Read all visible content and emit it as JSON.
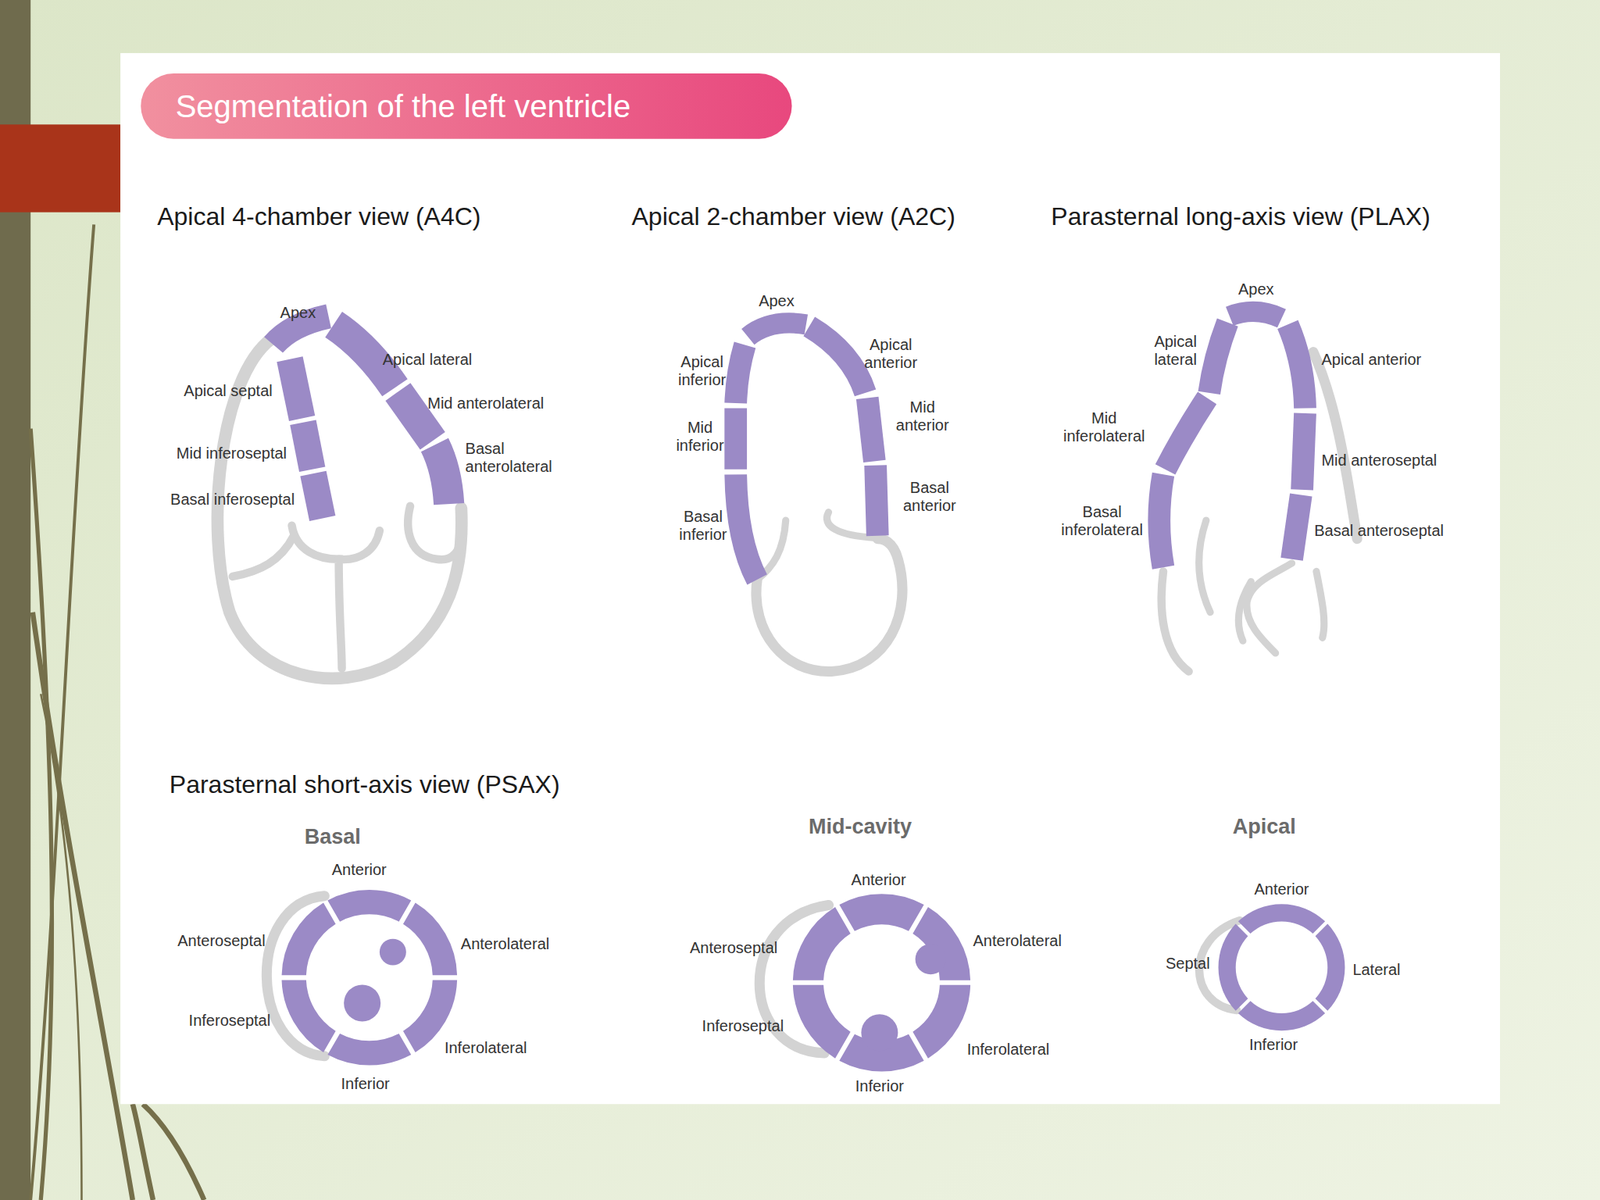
{
  "diagram": {
    "title": "Segmentation of the left ventricle",
    "labels": [
      "Apical 4-chamber view (A4C)",
      "Apical 2-chamber view (A2C)",
      "Parasternal long-axis view (PLAX)",
      "Apex",
      "Apical lateral",
      "Apical septal",
      "Mid anterolateral",
      "Mid inferoseptal",
      "Basal anterolateral",
      "Basal inferoseptal",
      "Apex",
      "Apical inferior",
      "Apical anterior",
      "Mid inferior",
      "Mid anterior",
      "Basal inferior",
      "Basal anterior",
      "Apex",
      "Apical lateral",
      "Apical anterior",
      "Mid inferolateral",
      "Mid anteroseptal",
      "Basal inferolateral",
      "Basal anteroseptal",
      "Parasternal short-axis view (PSAX)",
      "Basal",
      "Anterior",
      "Anteroseptal",
      "Anterolateral",
      "Inferoseptal",
      "Inferolateral",
      "Inferior",
      "Mid-cavity",
      "Anterior",
      "Anteroseptal",
      "Anterolateral",
      "Inferoseptal",
      "Inferolateral",
      "Inferior",
      "Apical",
      "Anterior",
      "Septal",
      "Lateral",
      "Inferior"
    ]
  }
}
